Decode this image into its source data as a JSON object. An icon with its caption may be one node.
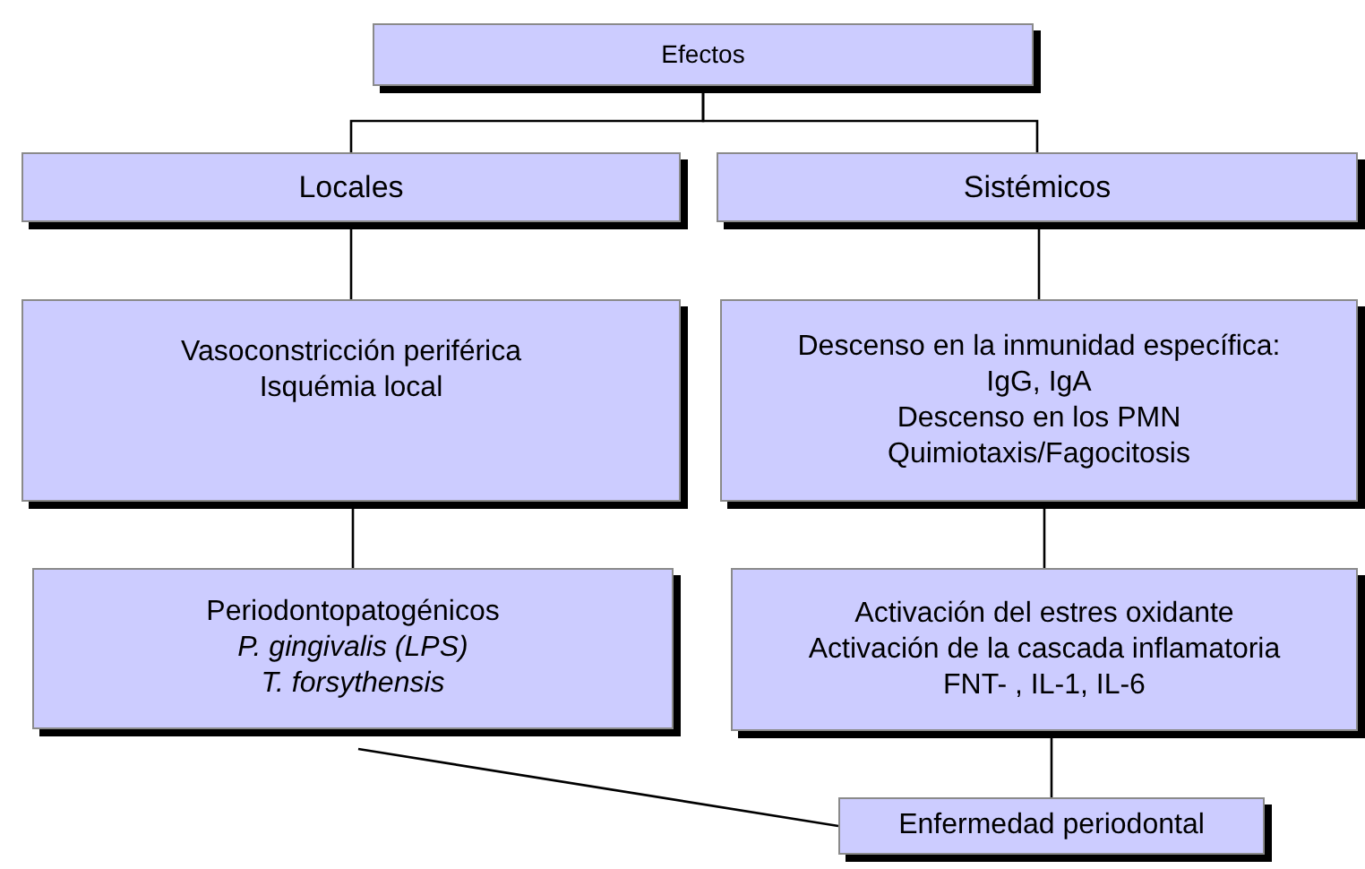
{
  "diagram": {
    "nodes": [
      {
        "text": [
          "Efectos"
        ]
      },
      {
        "text": [
          "Locales"
        ]
      },
      {
        "text": [
          "Sistémicos"
        ]
      },
      {
        "text": [
          "Vasoconstricción periférica",
          "Isquémia local"
        ]
      },
      {
        "text": [
          "Descenso en la inmunidad específica:",
          "IgG, IgA",
          "Descenso en los PMN",
          "Quimiotaxis/Fagocitosis"
        ]
      },
      {
        "text": [
          "Periodontopatogénicos",
          "P. gingivalis (LPS)",
          "T. forsythensis"
        ]
      },
      {
        "text": [
          "Activación del estres oxidante",
          "Activación de la cascada inflamatoria",
          "FNT- , IL-1, IL-6"
        ]
      },
      {
        "text": [
          "Enfermedad periodontal"
        ]
      }
    ],
    "edges": [
      {
        "from": 0,
        "to": 1,
        "arrow": "none"
      },
      {
        "from": 0,
        "to": 2,
        "arrow": "none"
      },
      {
        "from": 1,
        "to": 3,
        "arrow": "none"
      },
      {
        "from": 2,
        "to": 4,
        "arrow": "none"
      },
      {
        "from": 3,
        "to": 5,
        "arrow": "none"
      },
      {
        "from": 4,
        "to": 6,
        "arrow": "none"
      },
      {
        "from": 5,
        "to": 7,
        "arrow": "none"
      },
      {
        "from": 6,
        "to": 7,
        "arrow": "none"
      }
    ]
  }
}
